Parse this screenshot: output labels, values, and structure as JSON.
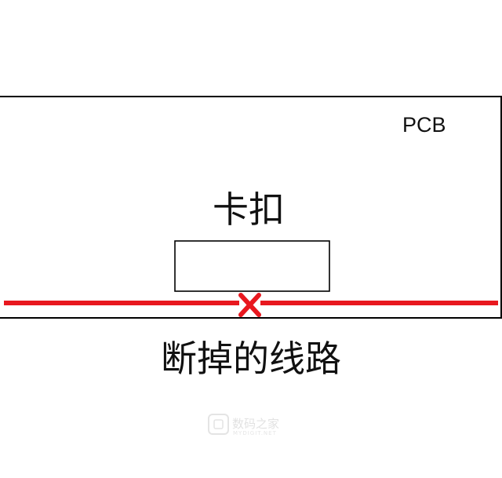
{
  "pcb": {
    "label": "PCB"
  },
  "clip": {
    "label": "卡扣"
  },
  "trace": {
    "label": "断掉的线路",
    "color": "#e8181f"
  },
  "break_mark": {
    "icon": "x-mark-icon",
    "color": "#e8181f"
  },
  "watermark": {
    "text": "数码之家",
    "subtext": "MYDIGIT.NET"
  }
}
